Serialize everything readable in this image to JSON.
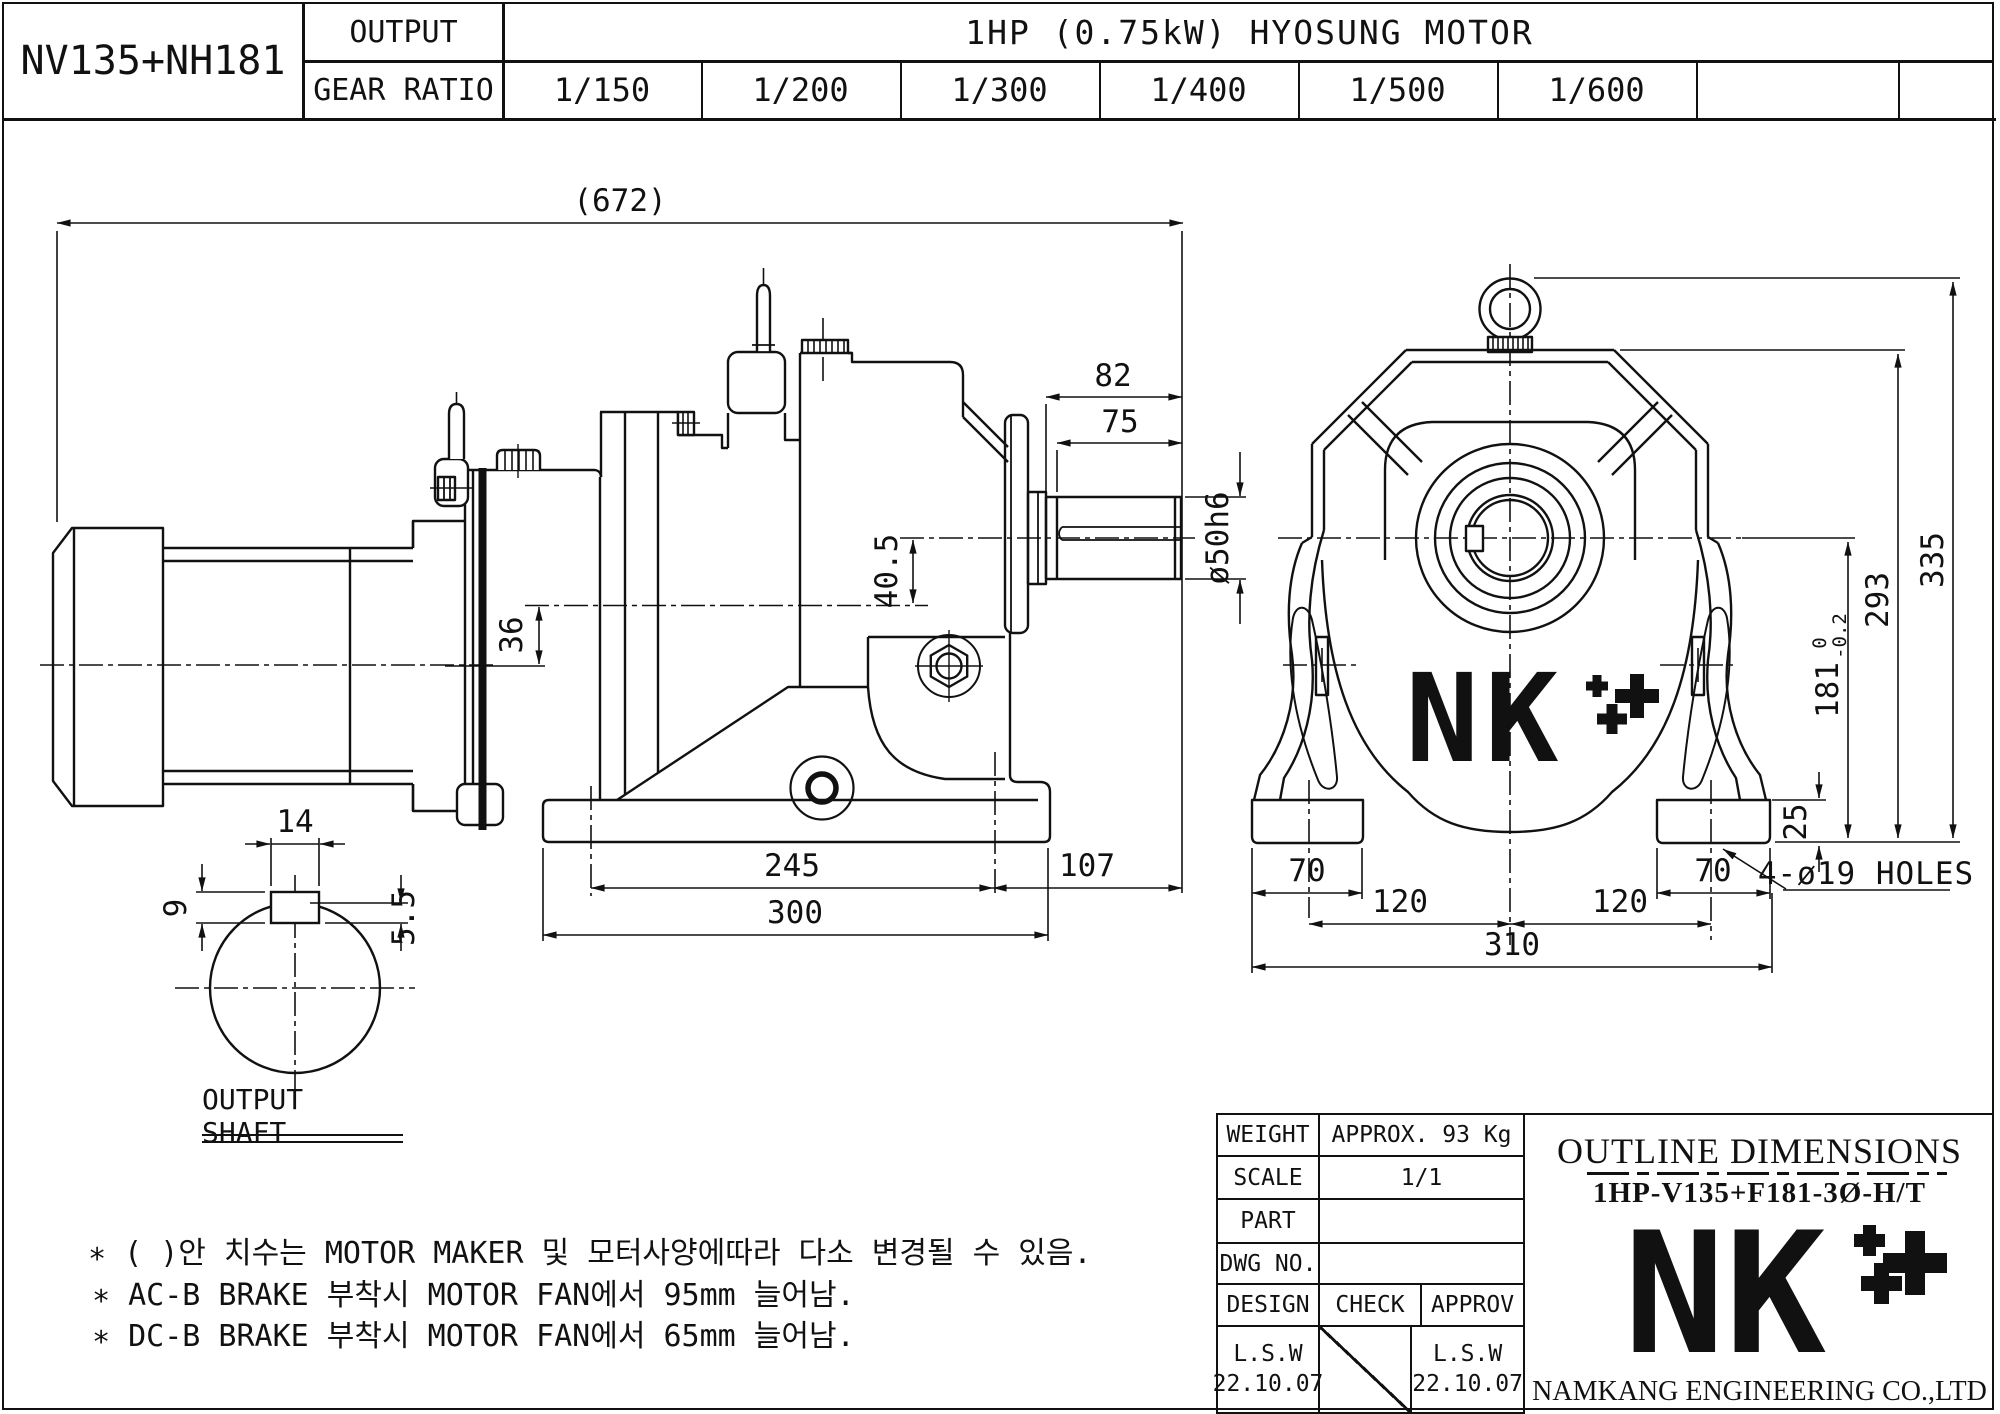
{
  "header": {
    "model": "NV135+NH181",
    "output_label": "OUTPUT",
    "gear_ratio_label": "GEAR RATIO",
    "motor_title": "1HP (0.75kW) HYOSUNG MOTOR",
    "ratios": [
      "1/150",
      "1/200",
      "1/300",
      "1/400",
      "1/500",
      "1/600"
    ]
  },
  "side_view": {
    "dims": {
      "overall": "(672)",
      "shaft_length": "82",
      "shaft_usable": "75",
      "shaft_diameter": "ø50h6",
      "output_offset": "40.5",
      "input_offset": "36",
      "base_mount": "245",
      "overhang": "107",
      "base_length": "300"
    }
  },
  "front_view": {
    "dims": {
      "total_height": "335",
      "housing_height": "293",
      "center_height": "181",
      "center_height_tol_upper": "0",
      "center_height_tol_lower": "-0.2",
      "foot_thickness": "25",
      "foot_width_left": "70",
      "foot_width_right": "70",
      "bolt_span_left": "120",
      "bolt_span_right": "120",
      "base_width": "310",
      "holes_note": "4-ø19 HOLES"
    },
    "logo": "NK"
  },
  "shaft_detail": {
    "label": "OUTPUT SHAFT",
    "key_width": "14",
    "key_height": "9",
    "key_depth": "5.5"
  },
  "notes": {
    "line1": "∗ ( )안 치수는 MOTOR MAKER 및 모터사양에따라 다소 변경될 수 있음.",
    "line2": "∗ AC-B BRAKE 부착시 MOTOR FAN에서 95mm 늘어남.",
    "line3": "∗ DC-B BRAKE 부착시 MOTOR FAN에서 65mm 늘어남."
  },
  "title_block": {
    "weight_label": "WEIGHT",
    "weight_value": "APPROX. 93 Kg",
    "scale_label": "SCALE",
    "scale_value": "1/1",
    "part_label": "PART",
    "part_value": "",
    "dwg_label": "DWG NO.",
    "dwg_value": "",
    "design_label": "DESIGN",
    "check_label": "CHECK",
    "approv_label": "APPROV",
    "design_sign": "L.S.W",
    "design_date": "22.10.07",
    "approv_sign": "L.S.W",
    "approv_date": "22.10.07",
    "doc_title": "OUTLINE DIMENSIONS",
    "part_number": "1HP-V135+F181-3Ø-H/T",
    "logo": "NK",
    "company": "NAMKANG ENGINEERING CO.,LTD"
  }
}
